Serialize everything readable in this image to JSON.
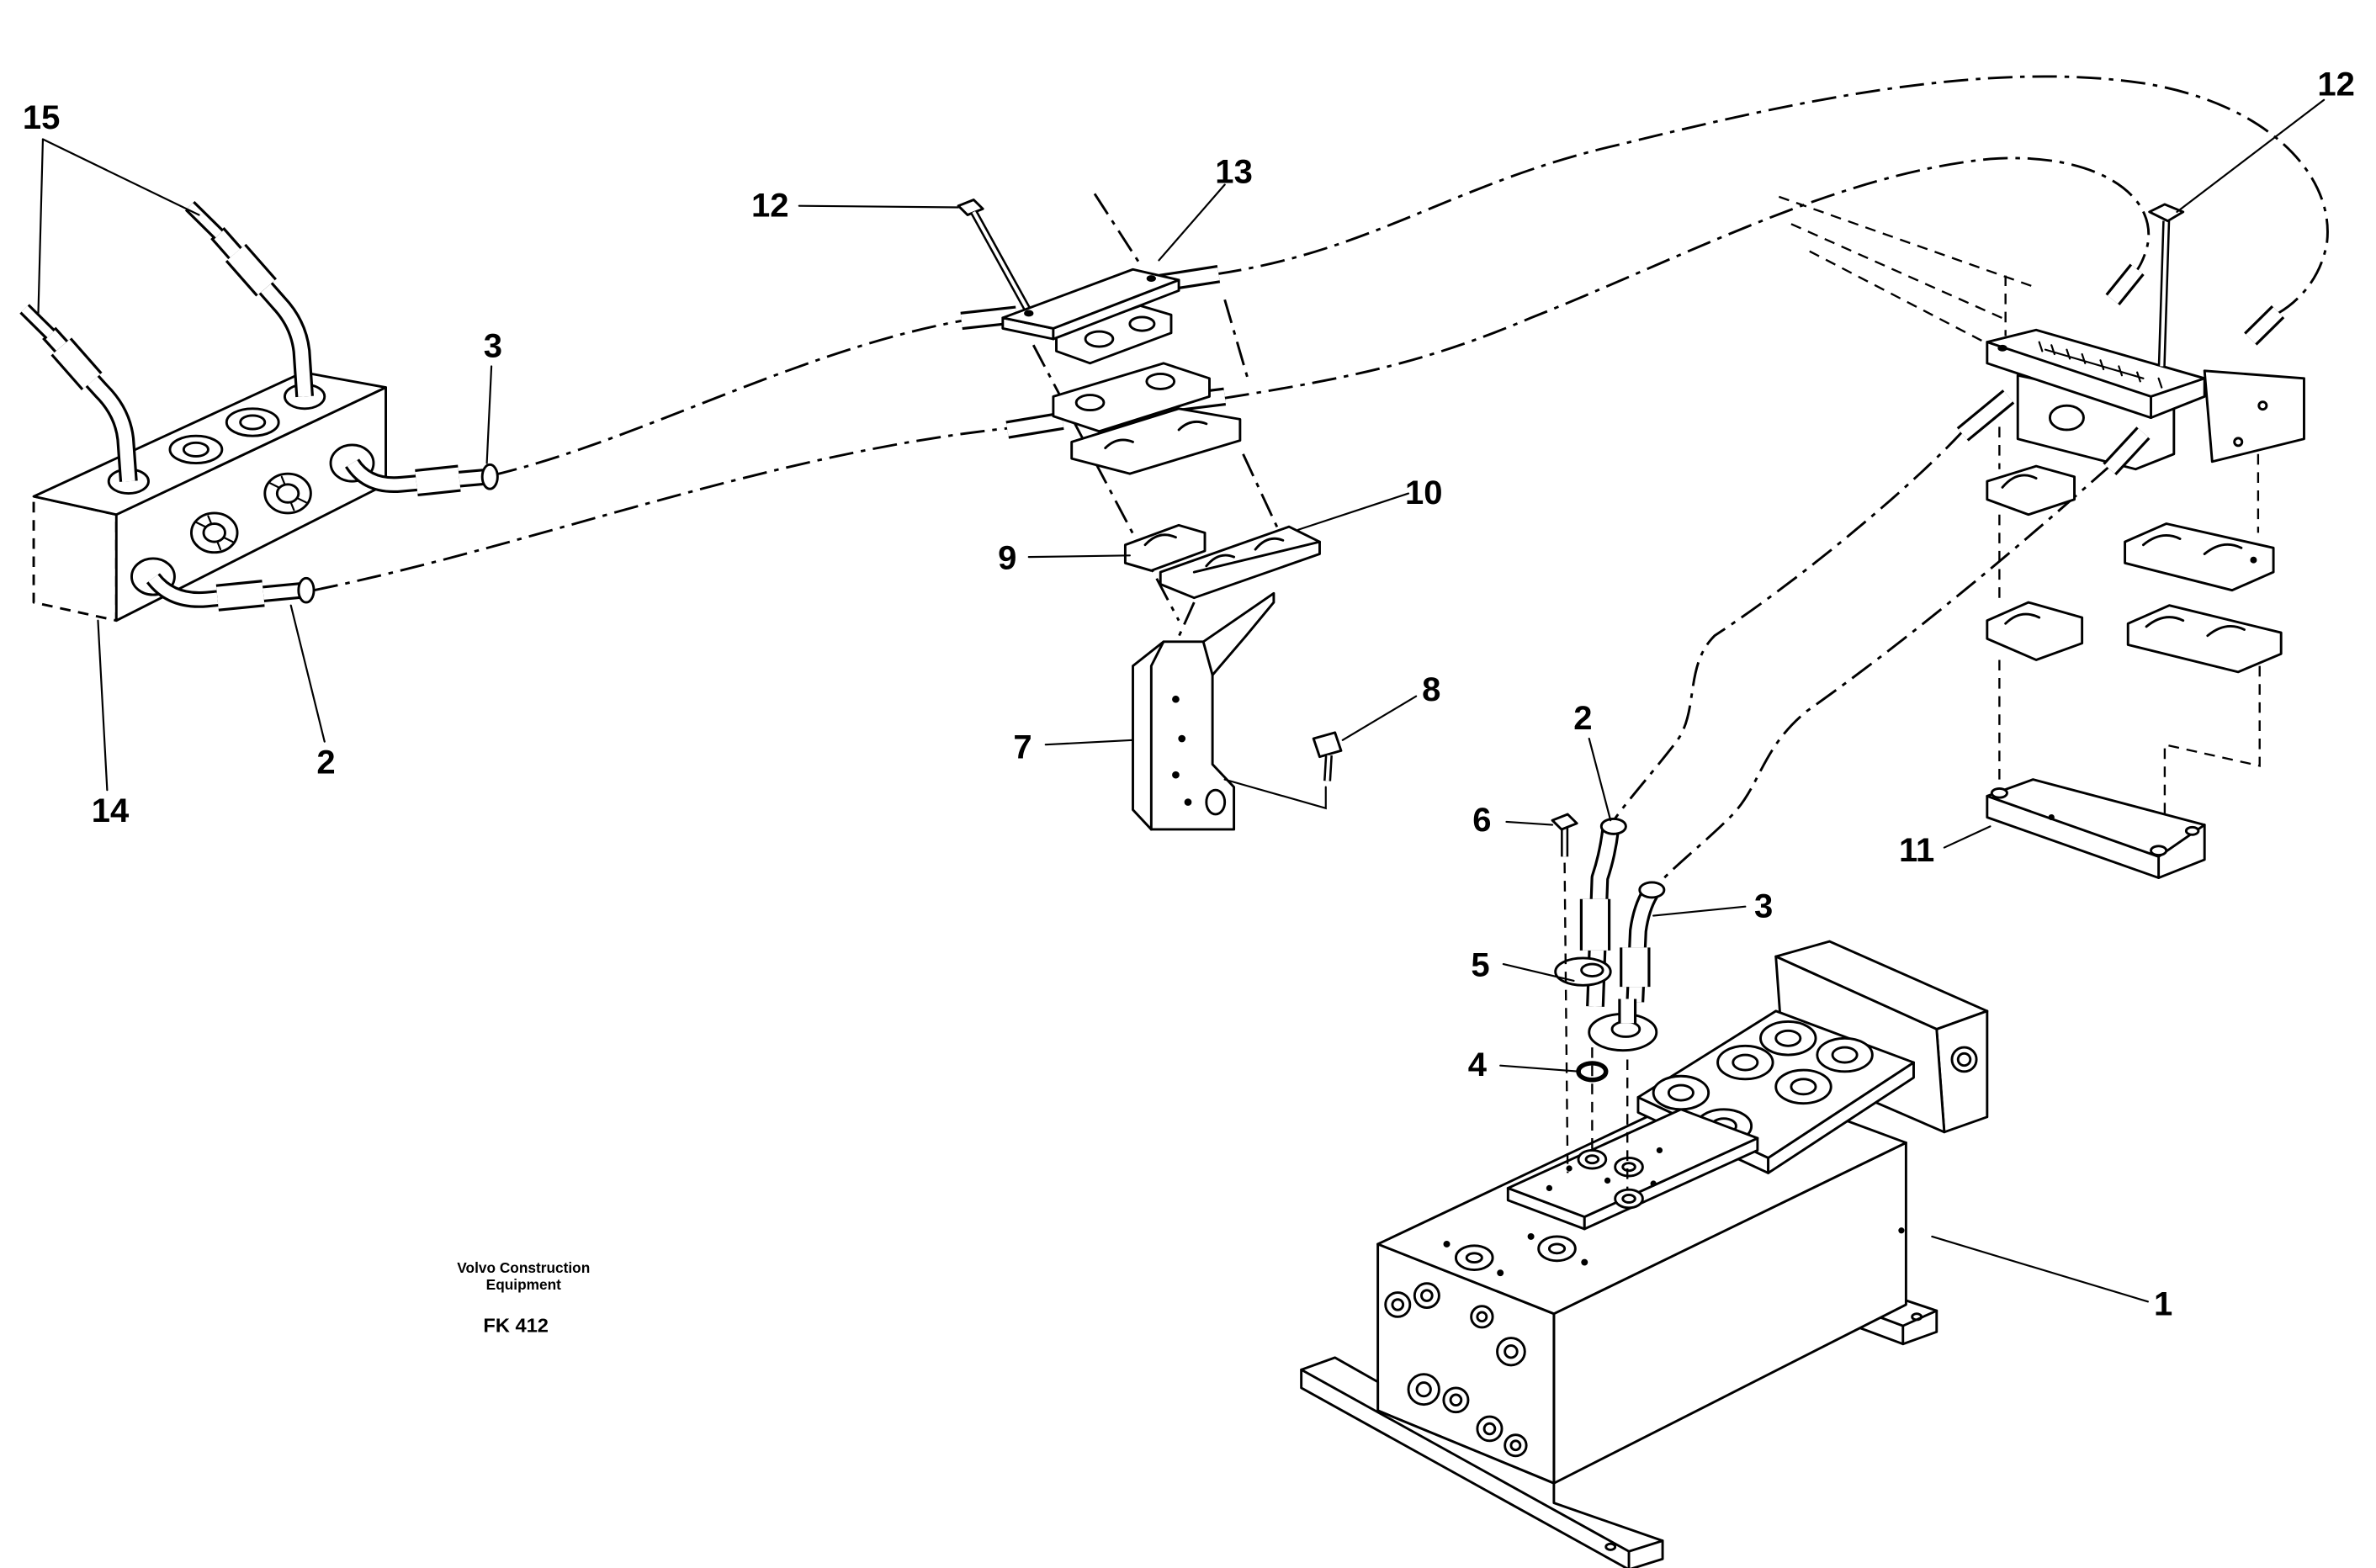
{
  "diagram": {
    "callouts": [
      "15",
      "3",
      "2",
      "14",
      "12",
      "13",
      "10",
      "9",
      "7",
      "8",
      "12",
      "2",
      "6",
      "3",
      "5",
      "4",
      "11",
      "1"
    ]
  },
  "footer": {
    "company_line1": "Volvo Construction",
    "company_line2": "Equipment",
    "figure_code": "FK 412"
  }
}
